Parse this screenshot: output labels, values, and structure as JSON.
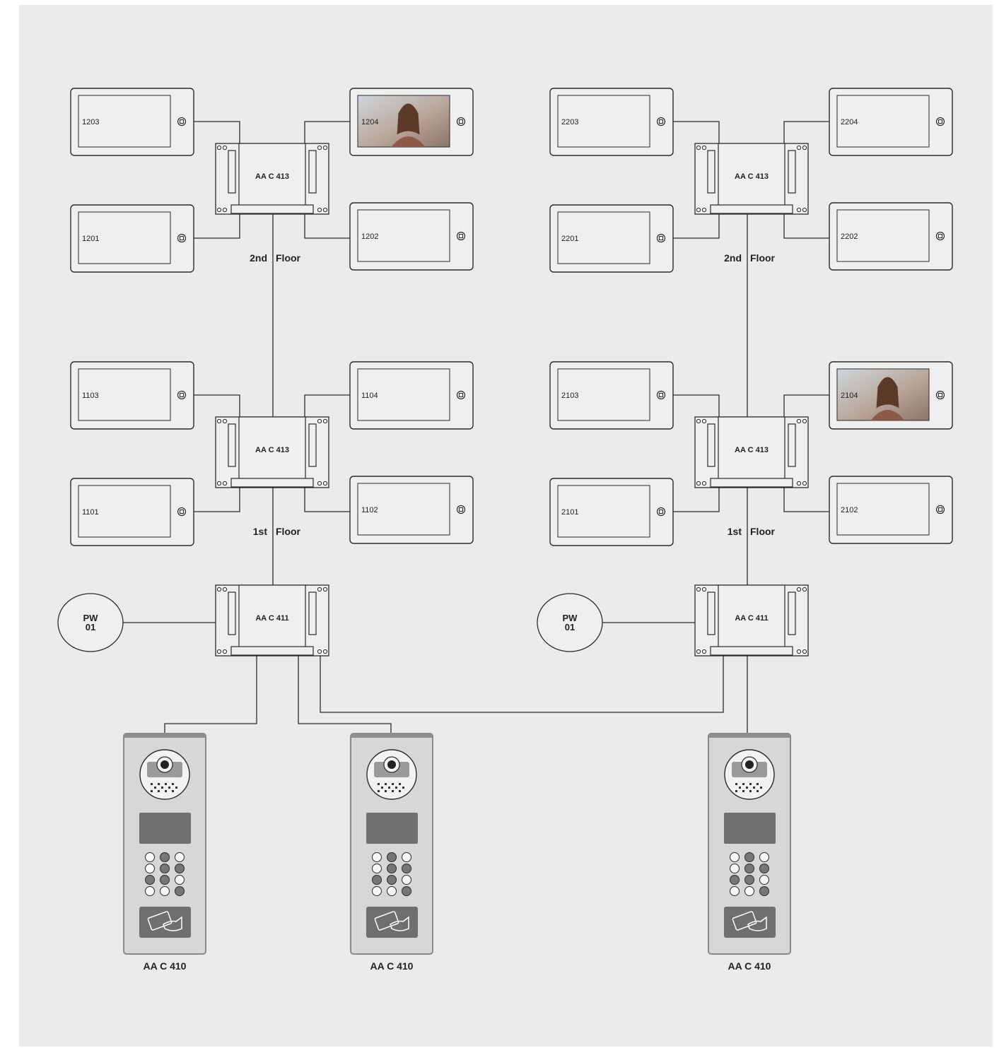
{
  "colors": {
    "background": "#ffffff",
    "panel": "#eaebea",
    "line": "#2b2b2b",
    "device_gray": "#6e6e6e",
    "key_dark": "#777777"
  },
  "buildings": [
    {
      "floors": [
        {
          "floor_label": [
            "2nd",
            "Floor"
          ],
          "distributor": "AA C 413",
          "monitors": [
            {
              "label": "1203",
              "video": false
            },
            {
              "label": "1204",
              "video": true
            },
            {
              "label": "1201",
              "video": false
            },
            {
              "label": "1202",
              "video": false
            }
          ]
        },
        {
          "floor_label": [
            "1st",
            "Floor"
          ],
          "distributor": "AA C 413",
          "monitors": [
            {
              "label": "1103",
              "video": false
            },
            {
              "label": "1104",
              "video": false
            },
            {
              "label": "1101",
              "video": false
            },
            {
              "label": "1102",
              "video": false
            }
          ]
        }
      ],
      "main_distributor": "AA C 411",
      "power_supply": [
        "PW",
        "01"
      ]
    },
    {
      "floors": [
        {
          "floor_label": [
            "2nd",
            "Floor"
          ],
          "distributor": "AA C 413",
          "monitors": [
            {
              "label": "2203",
              "video": false
            },
            {
              "label": "2204",
              "video": false
            },
            {
              "label": "2201",
              "video": false
            },
            {
              "label": "2202",
              "video": false
            }
          ]
        },
        {
          "floor_label": [
            "1st",
            "Floor"
          ],
          "distributor": "AA C 413",
          "monitors": [
            {
              "label": "2103",
              "video": false
            },
            {
              "label": "2104",
              "video": true
            },
            {
              "label": "2101",
              "video": false
            },
            {
              "label": "2102",
              "video": false
            }
          ]
        }
      ],
      "main_distributor": "AA C 411",
      "power_supply": [
        "PW",
        "01"
      ]
    }
  ],
  "door_stations": [
    {
      "label": "AA C 410"
    },
    {
      "label": "AA C 410"
    },
    {
      "label": "AA C 410"
    }
  ]
}
